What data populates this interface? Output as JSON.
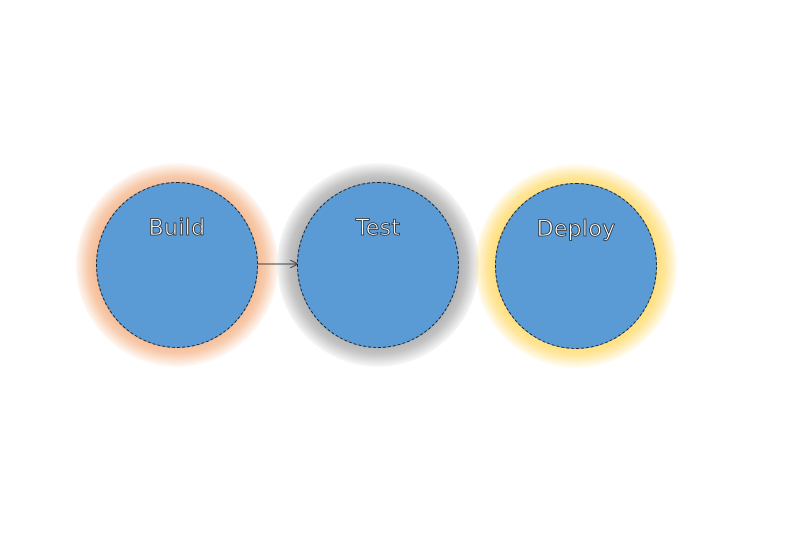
{
  "diagram": {
    "stages": [
      {
        "label": "Build",
        "glow_color": "#f4b183"
      },
      {
        "label": "Test",
        "glow_color": "#a6a6a6"
      },
      {
        "label": "Deploy",
        "glow_color": "#ffd966"
      }
    ],
    "fill_color": "#5b9bd5",
    "connector_color": "#404040"
  }
}
